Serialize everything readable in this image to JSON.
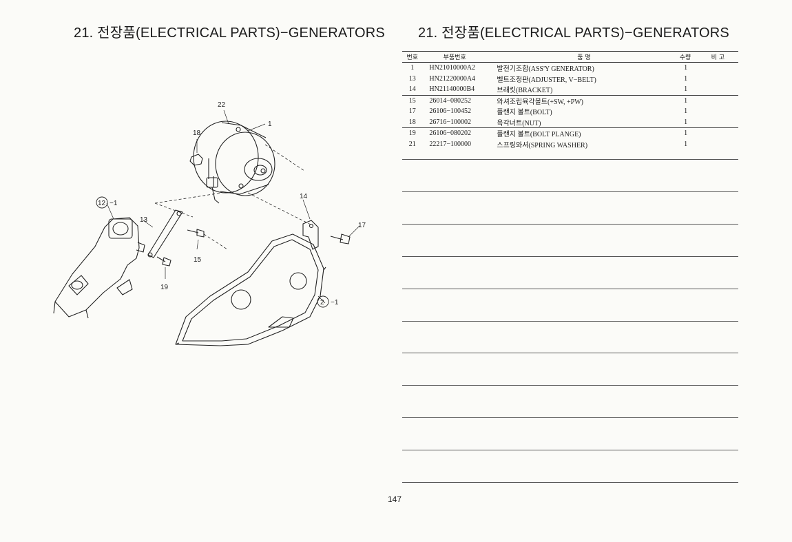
{
  "header": {
    "title_left": "21. 전장품(ELECTRICAL PARTS)−GENERATORS",
    "title_right": "21. 전장품(ELECTRICAL PARTS)−GENERATORS"
  },
  "diagram": {
    "callouts": {
      "c22": "22",
      "c1": "1",
      "c18": "18",
      "c14": "14",
      "c12": "12",
      "c12suffix": "−1",
      "c13": "13",
      "c17": "17",
      "c15": "15",
      "c19": "19",
      "c2": "2",
      "c2suffix": "−1"
    }
  },
  "table": {
    "headers": {
      "no": "번호",
      "part_no": "부품번호",
      "name": "품        명",
      "qty": "수량",
      "remark": "비  고"
    },
    "rows": [
      {
        "no": "1",
        "part_no": "HN21010000A2",
        "name": "발전기조합(ASS'Y GENERATOR)",
        "qty": "1",
        "remark": ""
      },
      {
        "no": "13",
        "part_no": "HN21220000A4",
        "name": "벨트조정판(ADJUSTER, V−BELT)",
        "qty": "1",
        "remark": ""
      },
      {
        "no": "14",
        "part_no": "HN21140000B4",
        "name": "브래킷(BRACKET)",
        "qty": "1",
        "remark": ""
      },
      {
        "no": "15",
        "part_no": "26014−080252",
        "name": "와셔조립육각볼트(+SW, +PW)",
        "qty": "1",
        "remark": ""
      },
      {
        "no": "17",
        "part_no": "26106−100452",
        "name": "플랜지 볼트(BOLT)",
        "qty": "1",
        "remark": ""
      },
      {
        "no": "18",
        "part_no": "26716−100002",
        "name": "육각너트(NUT)",
        "qty": "1",
        "remark": ""
      },
      {
        "no": "19",
        "part_no": "26106−080202",
        "name": "플랜지 볼트(BOLT PLANGE)",
        "qty": "1",
        "remark": ""
      },
      {
        "no": "21",
        "part_no": "22217−100000",
        "name": "스프링와셔(SPRING WASHER)",
        "qty": "1",
        "remark": ""
      }
    ]
  },
  "footer": {
    "page_number": "147"
  }
}
